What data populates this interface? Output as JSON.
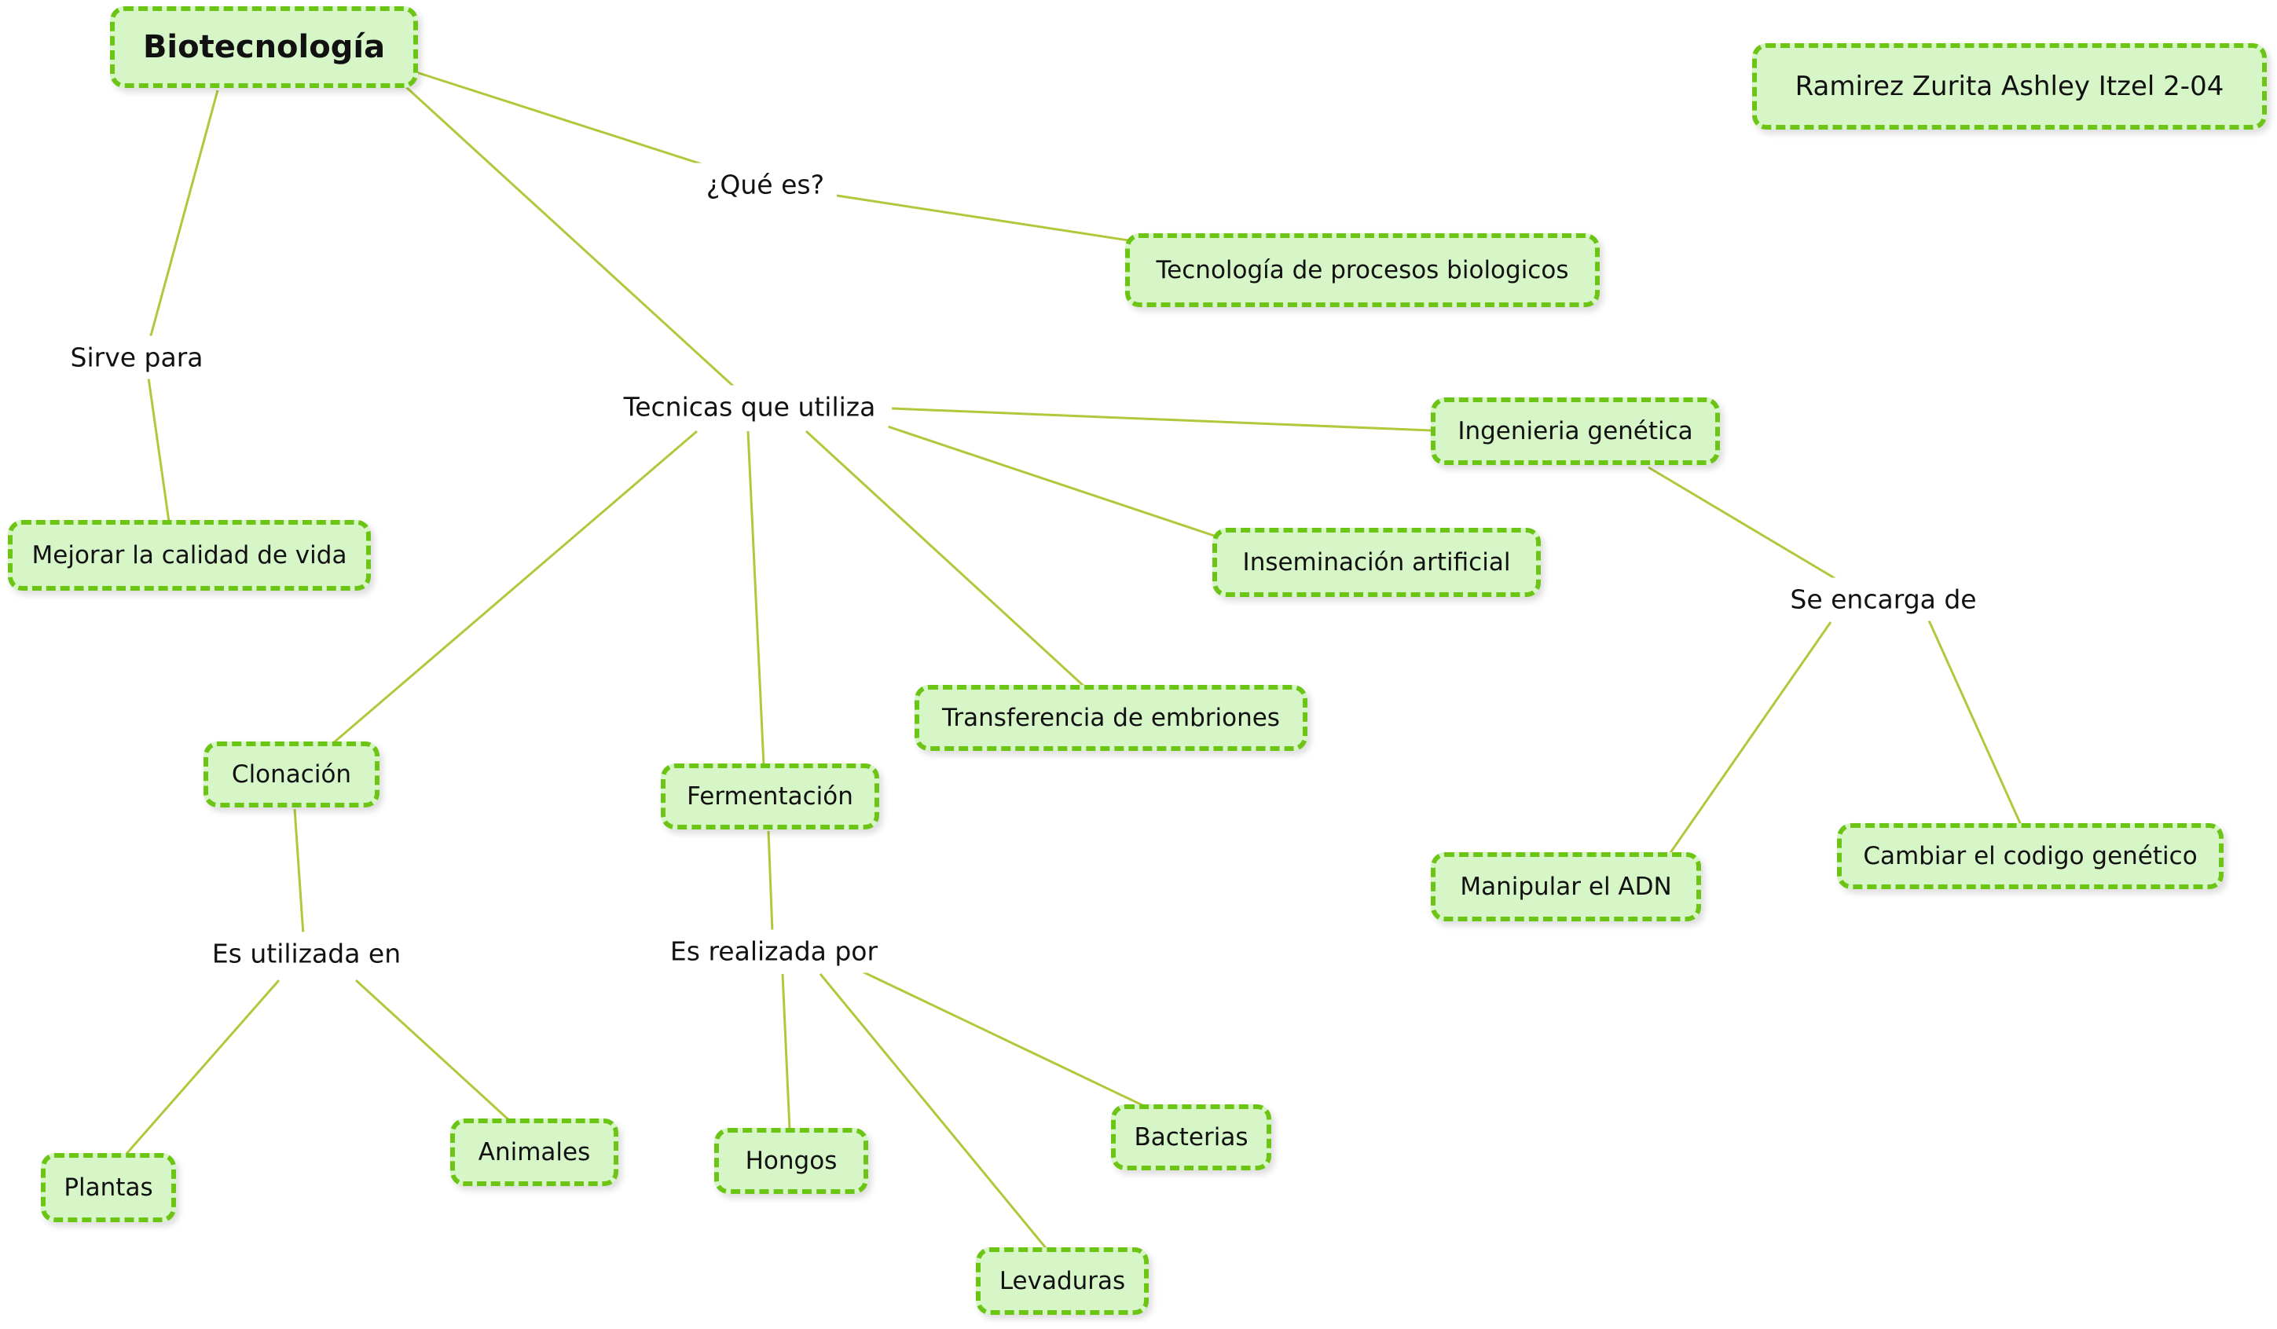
{
  "colors": {
    "node_fill": "#d6f6c8",
    "node_border": "#6cc414",
    "line": "#b2c83c",
    "text": "#111111"
  },
  "nodes": {
    "biotecnologia": "Biotecnología",
    "author": "Ramirez Zurita Ashley Itzel 2-04",
    "tecnologia_procesos": "Tecnología de procesos biologicos",
    "ingenieria_genetica": "Ingenieria genética",
    "mejorar_calidad": "Mejorar la calidad de vida",
    "inseminacion": "Inseminación artificial",
    "transferencia": "Transferencia de embriones",
    "clonacion": "Clonación",
    "fermentacion": "Fermentación",
    "manipular_adn": "Manipular el ADN",
    "cambiar_codigo": "Cambiar el codigo genético",
    "bacterias": "Bacterias",
    "plantas": "Plantas",
    "animales": "Animales",
    "hongos": "Hongos",
    "levaduras": "Levaduras"
  },
  "link_labels": {
    "que_es": "¿Qué es?",
    "sirve_para": "Sirve para",
    "tecnicas": "Tecnicas que utiliza",
    "se_encarga": "Se encarga de",
    "es_utilizada": "Es utilizada en",
    "es_realizada": "Es realizada por"
  }
}
